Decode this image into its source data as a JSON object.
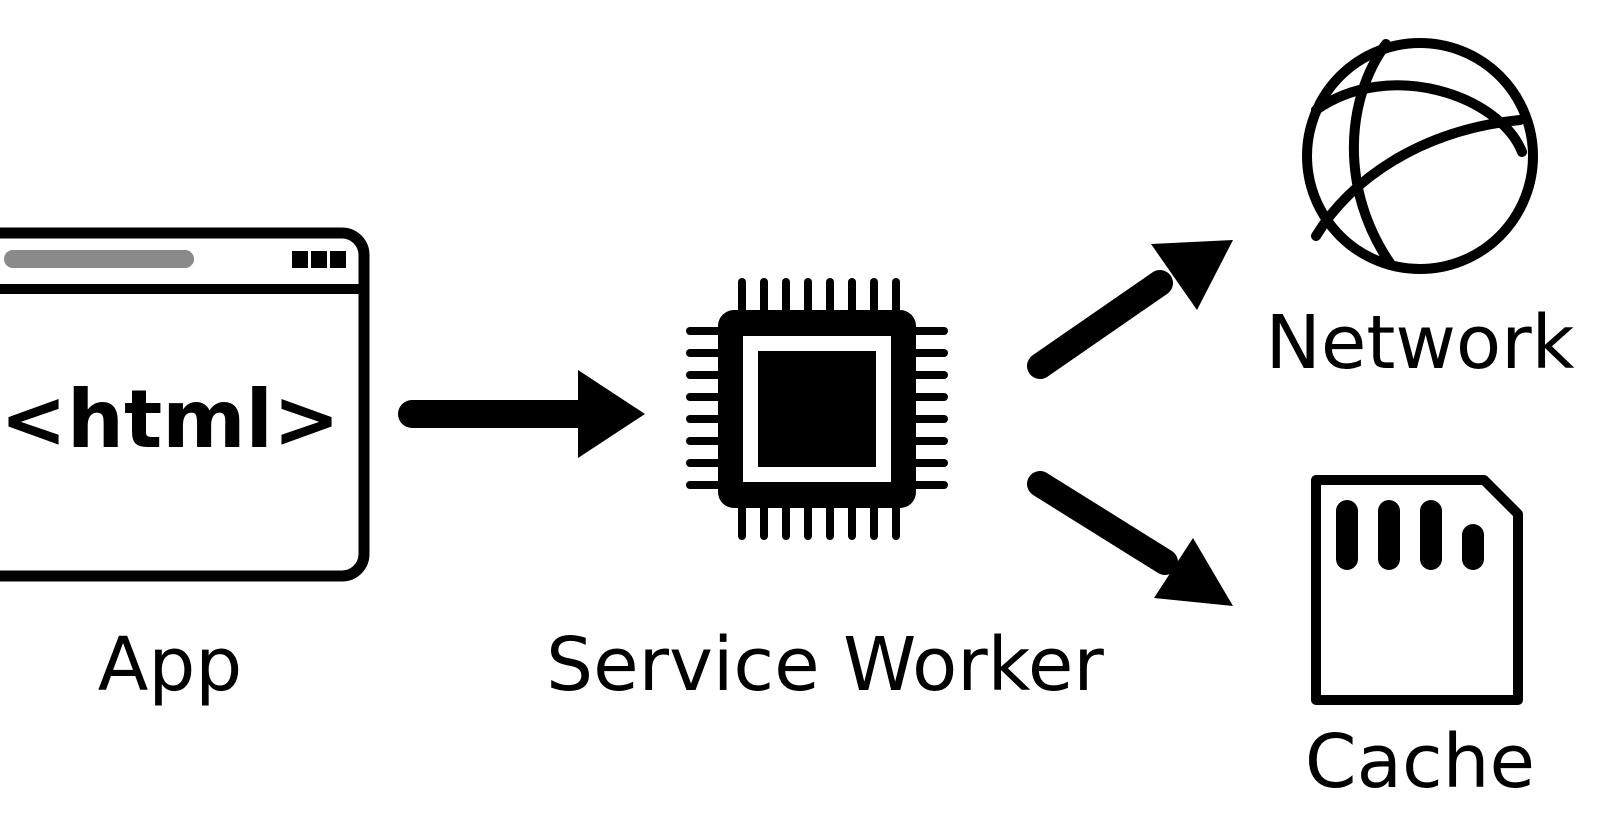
{
  "nodes": {
    "app": {
      "label": "App",
      "window_text": "<html>",
      "icon": "browser-window-icon"
    },
    "service_worker": {
      "label": "Service Worker",
      "icon": "cpu-chip-icon"
    },
    "network": {
      "label": "Network",
      "icon": "globe-icon"
    },
    "cache": {
      "label": "Cache",
      "icon": "sd-card-icon"
    }
  },
  "edges": [
    {
      "from": "App",
      "to": "Service Worker"
    },
    {
      "from": "Service Worker",
      "to": "Network"
    },
    {
      "from": "Service Worker",
      "to": "Cache"
    }
  ],
  "colors": {
    "foreground": "#000000",
    "background": "#ffffff",
    "address_bar": "#8a8a8a"
  }
}
